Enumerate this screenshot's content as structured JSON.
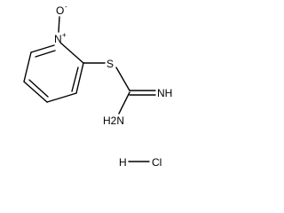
{
  "molecule": {
    "atoms": {
      "oxygen": "O",
      "oxygen_charge": "-",
      "nitrogen": "N",
      "nitrogen_charge": "+",
      "sulfur": "S",
      "imine": "NH",
      "amine": "H2N"
    },
    "salt": {
      "hydrogen": "H",
      "chlorine": "Cl"
    }
  }
}
